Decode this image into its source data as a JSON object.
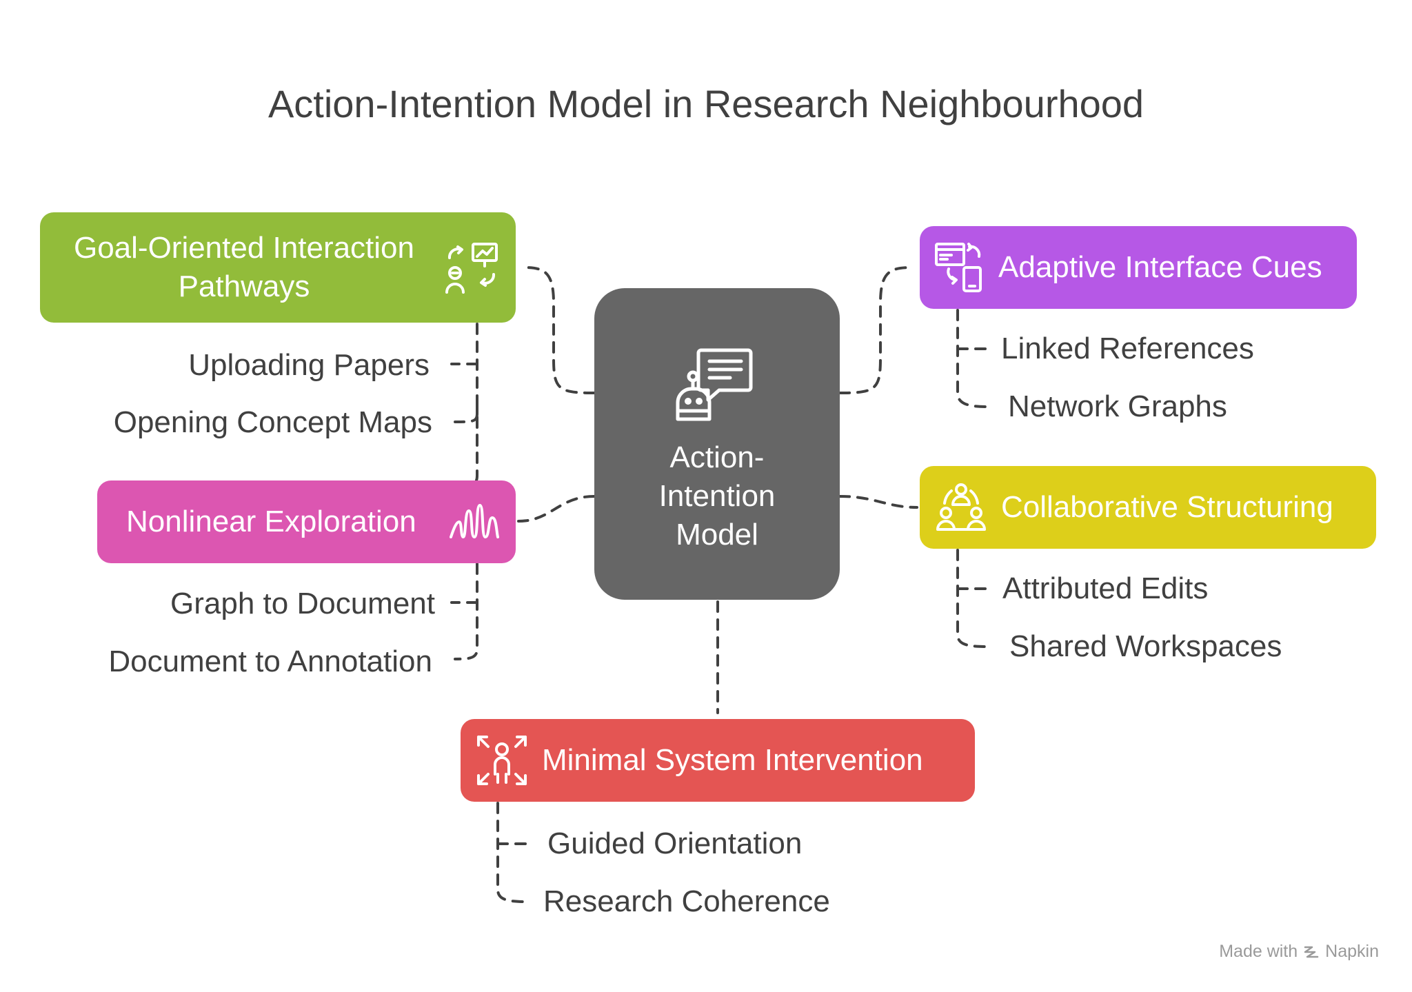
{
  "title": "Action-Intention Model in Research Neighbourhood",
  "center": {
    "label": "Action-\nIntention\nModel",
    "icon": "chatbot-icon",
    "color": "#666666"
  },
  "branches": [
    {
      "label": "Goal-Oriented Interaction Pathways",
      "icon": "user-interaction-icon",
      "color": "#92bc3a",
      "items": [
        "Uploading Papers",
        "Opening Concept Maps"
      ]
    },
    {
      "label": "Adaptive Interface Cues",
      "icon": "responsive-devices-icon",
      "color": "#b658e6",
      "items": [
        "Linked References",
        "Network Graphs"
      ]
    },
    {
      "label": "Nonlinear Exploration",
      "icon": "squiggle-icon",
      "color": "#dc56b1",
      "items": [
        "Graph to Document",
        "Document to Annotation"
      ]
    },
    {
      "label": "Collaborative Structuring",
      "icon": "team-icon",
      "color": "#ddcf1a",
      "items": [
        "Attributed Edits",
        "Shared Workspaces"
      ]
    },
    {
      "label": "Minimal System Intervention",
      "icon": "person-expand-icon",
      "color": "#e45553",
      "items": [
        "Guided Orientation",
        "Research Coherence"
      ]
    }
  ],
  "credit": {
    "prefix": "Made with",
    "brand": "Napkin",
    "icon": "napkin-logo-icon"
  }
}
